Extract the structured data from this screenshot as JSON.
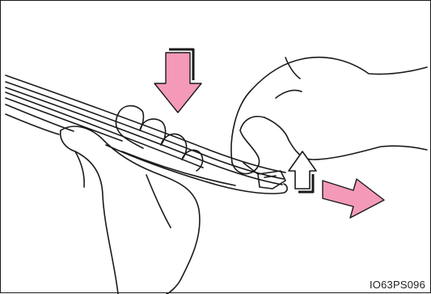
{
  "figure": {
    "code": "IO63PS096",
    "colors": {
      "outline": "#1a1a1a",
      "background": "#ffffff",
      "push_arrow": "#f49ab8",
      "pull_arrow": "#f49ab8",
      "lift_arrow": "#ffffff"
    },
    "parts": [
      "wiper-blade",
      "wiper-arm-hook",
      "left-hand",
      "right-hand",
      "push-down-arrow",
      "lift-up-arrow",
      "pull-out-arrow"
    ]
  }
}
